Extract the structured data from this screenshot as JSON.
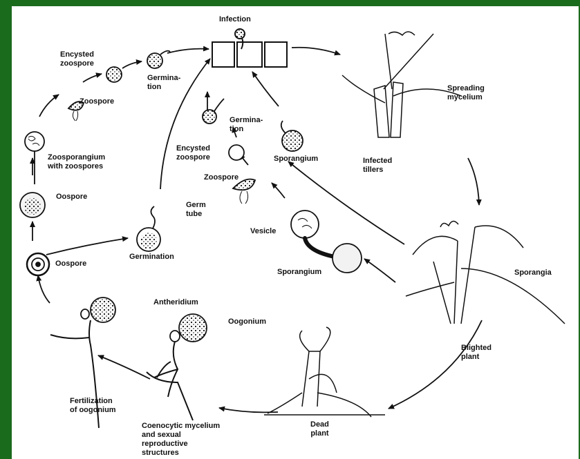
{
  "labels": {
    "infection": "Infection",
    "encysted_zoospore_top": "Encysted\nzoospore",
    "germination_top": "Germina-\ntion",
    "zoospore_top": "Zoospore",
    "zoosporangium": "Zoosporangium\nwith zoospores",
    "oospore_upper": "Oospore",
    "oospore_lower": "Oospore",
    "germ_tube": "Germ\ntube",
    "germination_mid": "Germination",
    "germination_center": "Germina-\ntion",
    "encysted_zoospore_mid": "Encysted\nzoospore",
    "sporangium_top": "Sporangium",
    "zoospore_mid": "Zoospore",
    "vesicle": "Vesicle",
    "sporangium_mid": "Sporangium",
    "spreading_mycelium": "Spreading\nmycelium",
    "infected_tillers": "Infected\ntillers",
    "sporangia": "Sporangia",
    "blighted_plant": "Blighted\nplant",
    "dead_plant": "Dead\nplant",
    "coenocytic": "Coenocytic mycelium\nand sexual\nreproductive\nstructures",
    "antheridium": "Antheridium",
    "oogonium": "Oogonium",
    "fertilization": "Fertilization\nof oogonium"
  },
  "colors": {
    "frame": "#1b6b1d",
    "ink": "#111111"
  }
}
